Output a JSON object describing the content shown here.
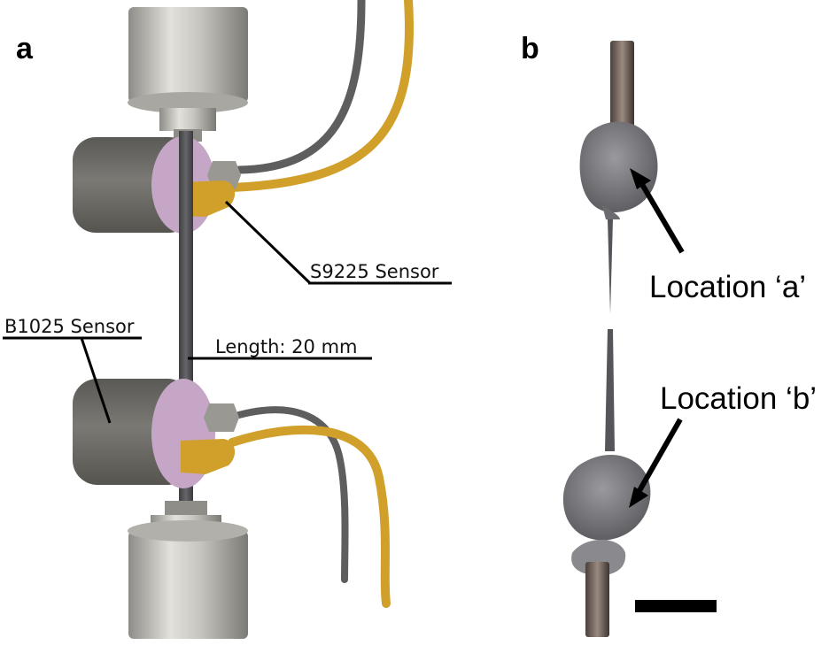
{
  "figure": {
    "panel_a": {
      "letter": "a",
      "label_s9225": "S9225 Sensor",
      "label_b1025": "B1025 Sensor",
      "label_length": "Length: 20 mm"
    },
    "panel_b": {
      "letter": "b",
      "label_location_a": "Location ‘a’",
      "label_location_b": "Location ‘b’",
      "scale_bar": "scale-bar"
    }
  },
  "colors": {
    "sensor_body": "#6f6e69",
    "sensor_face": "#c6a6c6",
    "cable_grey": "#5e5e5e",
    "cable_gold": "#d0a02a",
    "steel": "#c9c7c1",
    "rod": "#4d4d50",
    "specimen": "#7d7d80",
    "wire": "#6b5d56"
  }
}
